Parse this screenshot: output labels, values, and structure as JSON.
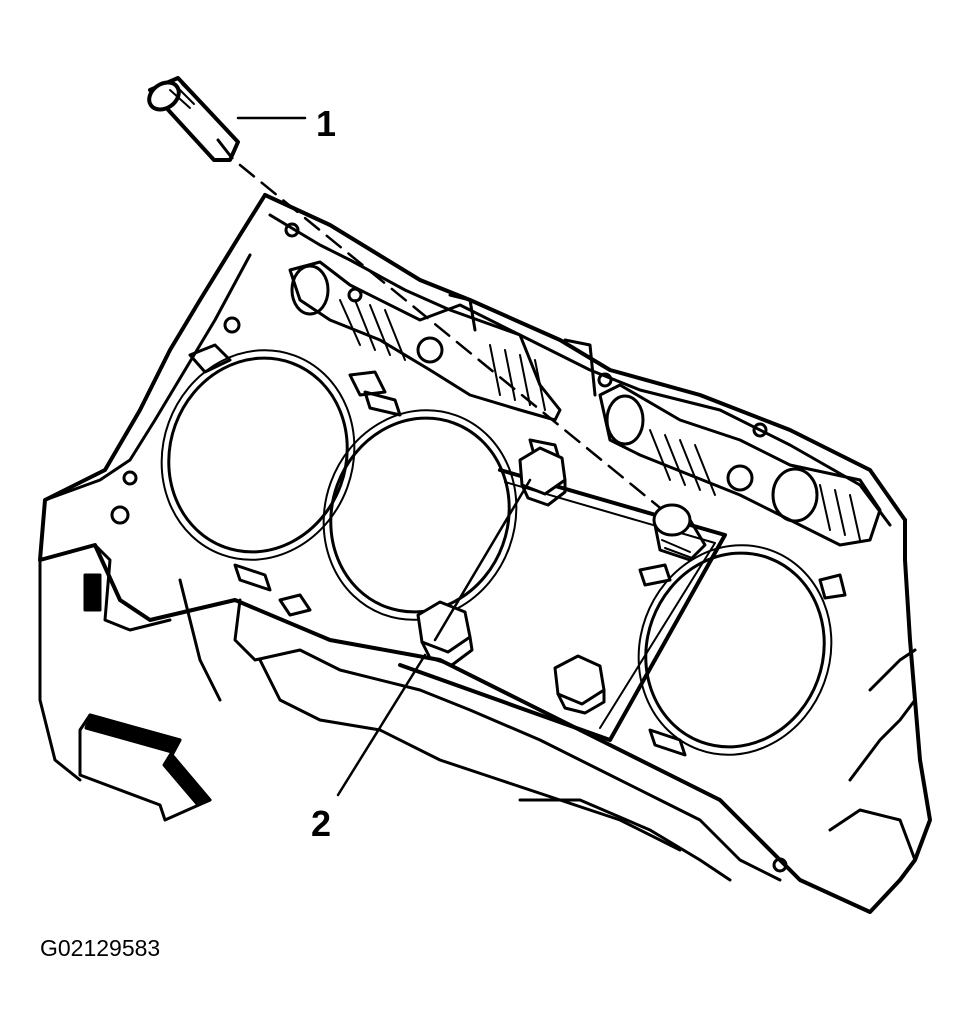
{
  "callouts": [
    {
      "number": "1"
    },
    {
      "number": "2"
    }
  ],
  "figure_id": "G02129583",
  "icons": {
    "direction": "front-direction-arrow-icon",
    "stud": "stud-icon",
    "bolt": "bolt-icon"
  },
  "colors": {
    "ink": "#000000",
    "paper": "#ffffff"
  }
}
